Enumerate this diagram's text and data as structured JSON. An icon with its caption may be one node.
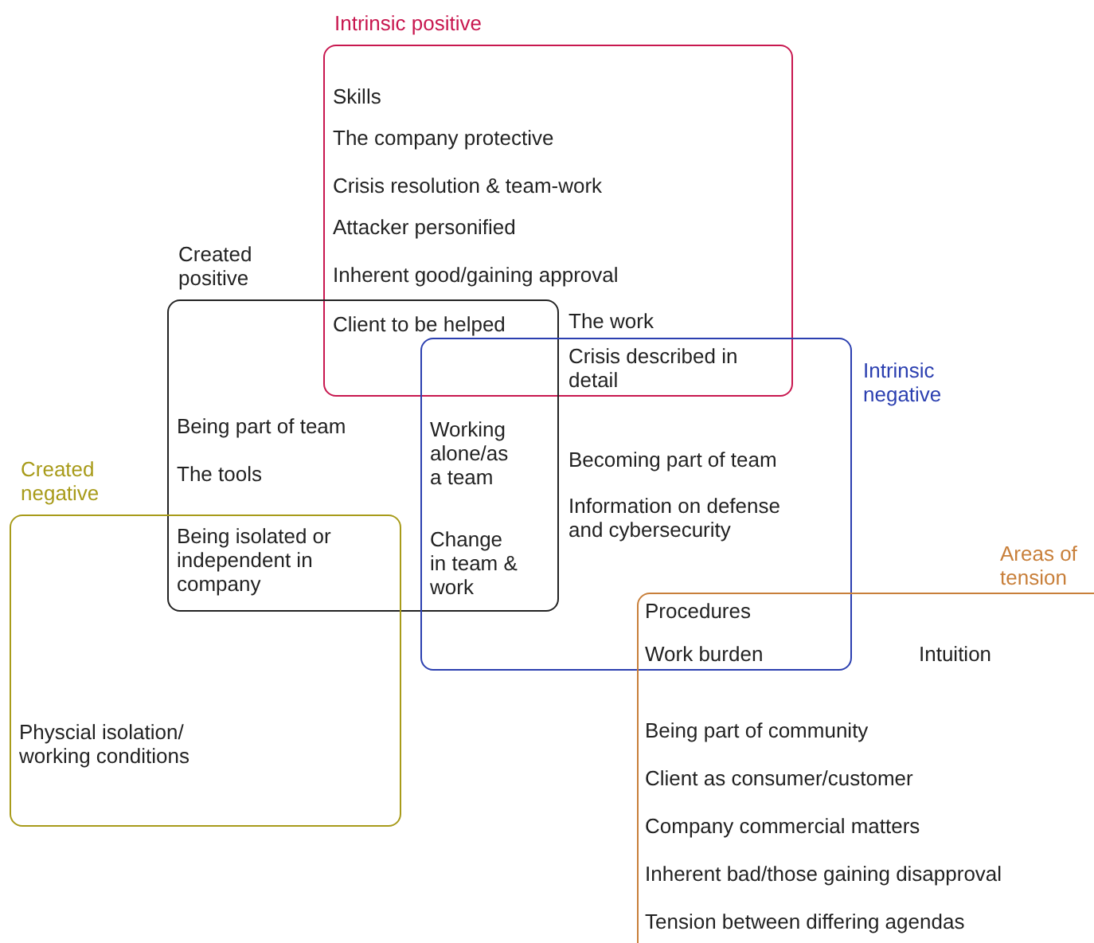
{
  "diagram": {
    "nodes": [
      {
        "text": [
          "Intrinsic positive"
        ]
      },
      {
        "text": [
          "Created positive"
        ]
      },
      {
        "text": [
          "Intrinsic negative"
        ]
      },
      {
        "text": [
          "Created negative"
        ]
      },
      {
        "text": [
          "Areas of tension"
        ]
      }
    ],
    "labels": [
      "Skills",
      "The company protective",
      "Crisis resolution & team-work",
      "Attacker personified",
      "Inherent good/gaining approval",
      "Client to be helped",
      "The work",
      "Crisis described in detail",
      "Being part of team",
      "Working alone/as a team",
      "Becoming part of team",
      "The tools",
      "Information on defense and cybersecurity",
      "Being isolated or independent in company",
      "Change in team & work",
      "Procedures",
      "Work burden",
      "Intuition",
      "Physcial isolation/ working conditions",
      "Being part of community",
      "Client as consumer/customer",
      "Company commercial matters",
      "Inherent bad/those gaining disapproval",
      "Tension between differing agendas"
    ]
  }
}
